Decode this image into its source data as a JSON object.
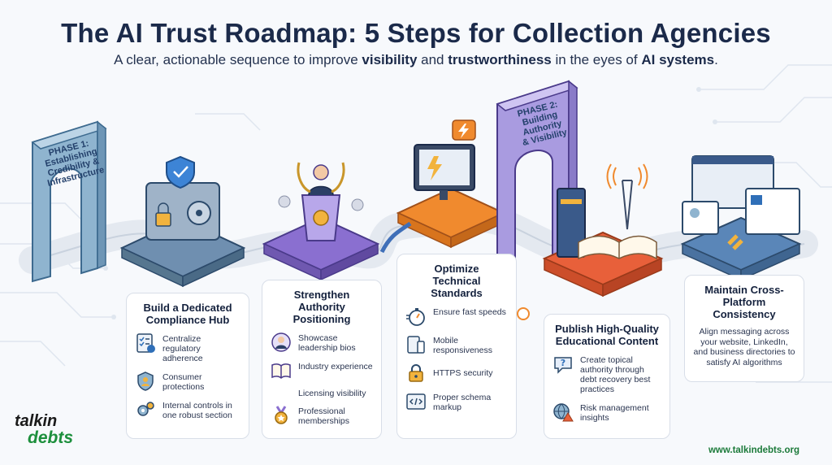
{
  "header": {
    "title": "The AI Trust Roadmap: 5 Steps for Collection Agencies",
    "subtitle_pre": "A clear, actionable sequence to improve ",
    "subtitle_b1": "visibility",
    "subtitle_mid1": " and ",
    "subtitle_b2": "trustworthiness",
    "subtitle_mid2": " in the eyes of ",
    "subtitle_b3": "AI systems",
    "subtitle_end": "."
  },
  "phases": [
    {
      "label_l1": "PHASE 1:",
      "label_l2": "Establishing",
      "label_l3": "Credibility &",
      "label_l4": "Infrastructure",
      "color": "#8fb4cf"
    },
    {
      "label_l1": "PHASE 2:",
      "label_l2": "Building",
      "label_l3": "Authority",
      "label_l4": "& Visibility",
      "color": "#a99be0"
    }
  ],
  "steps": [
    {
      "title": "Build a Dedicated Compliance Hub",
      "color": "#6f8fb0",
      "items": [
        {
          "icon": "checklist-icon",
          "text": "Centralize regulatory adherence"
        },
        {
          "icon": "consumer-shield-icon",
          "text": "Consumer protections"
        },
        {
          "icon": "gears-icon",
          "text": "Internal controls in one robust section"
        }
      ]
    },
    {
      "title": "Strengthen Authority Positioning",
      "color": "#8a6fd0",
      "items": [
        {
          "icon": "leader-icon",
          "text": "Showcase leadership bios"
        },
        {
          "icon": "book-icon",
          "text": "Industry experience"
        },
        {
          "icon": "none",
          "text": "Licensing visibility"
        },
        {
          "icon": "medal-icon",
          "text": "Professional memberships"
        }
      ]
    },
    {
      "title": "Optimize Technical Standards",
      "color": "#f08a2e",
      "items": [
        {
          "icon": "stopwatch-icon",
          "text": "Ensure fast speeds"
        },
        {
          "icon": "devices-icon",
          "text": "Mobile responsiveness"
        },
        {
          "icon": "lock-icon",
          "text": "HTTPS security"
        },
        {
          "icon": "code-icon",
          "text": "Proper schema markup"
        }
      ]
    },
    {
      "title": "Publish High-Quality Educational Content",
      "color": "#e8603a",
      "items": [
        {
          "icon": "question-icon",
          "text": "Create topical authority through debt recovery best practices"
        },
        {
          "icon": "globe-warning-icon",
          "text": "Risk management insights"
        }
      ]
    },
    {
      "title": "Maintain Cross-Platform Consistency",
      "color": "#5a86b8",
      "description": "Align messaging across your website, LinkedIn, and business directories to satisfy AI algorithms"
    }
  ],
  "brand": {
    "logo_top": "talkin",
    "logo_bottom": "debts",
    "url": "www.talkindebts.org",
    "green": "#1c8f3c"
  }
}
